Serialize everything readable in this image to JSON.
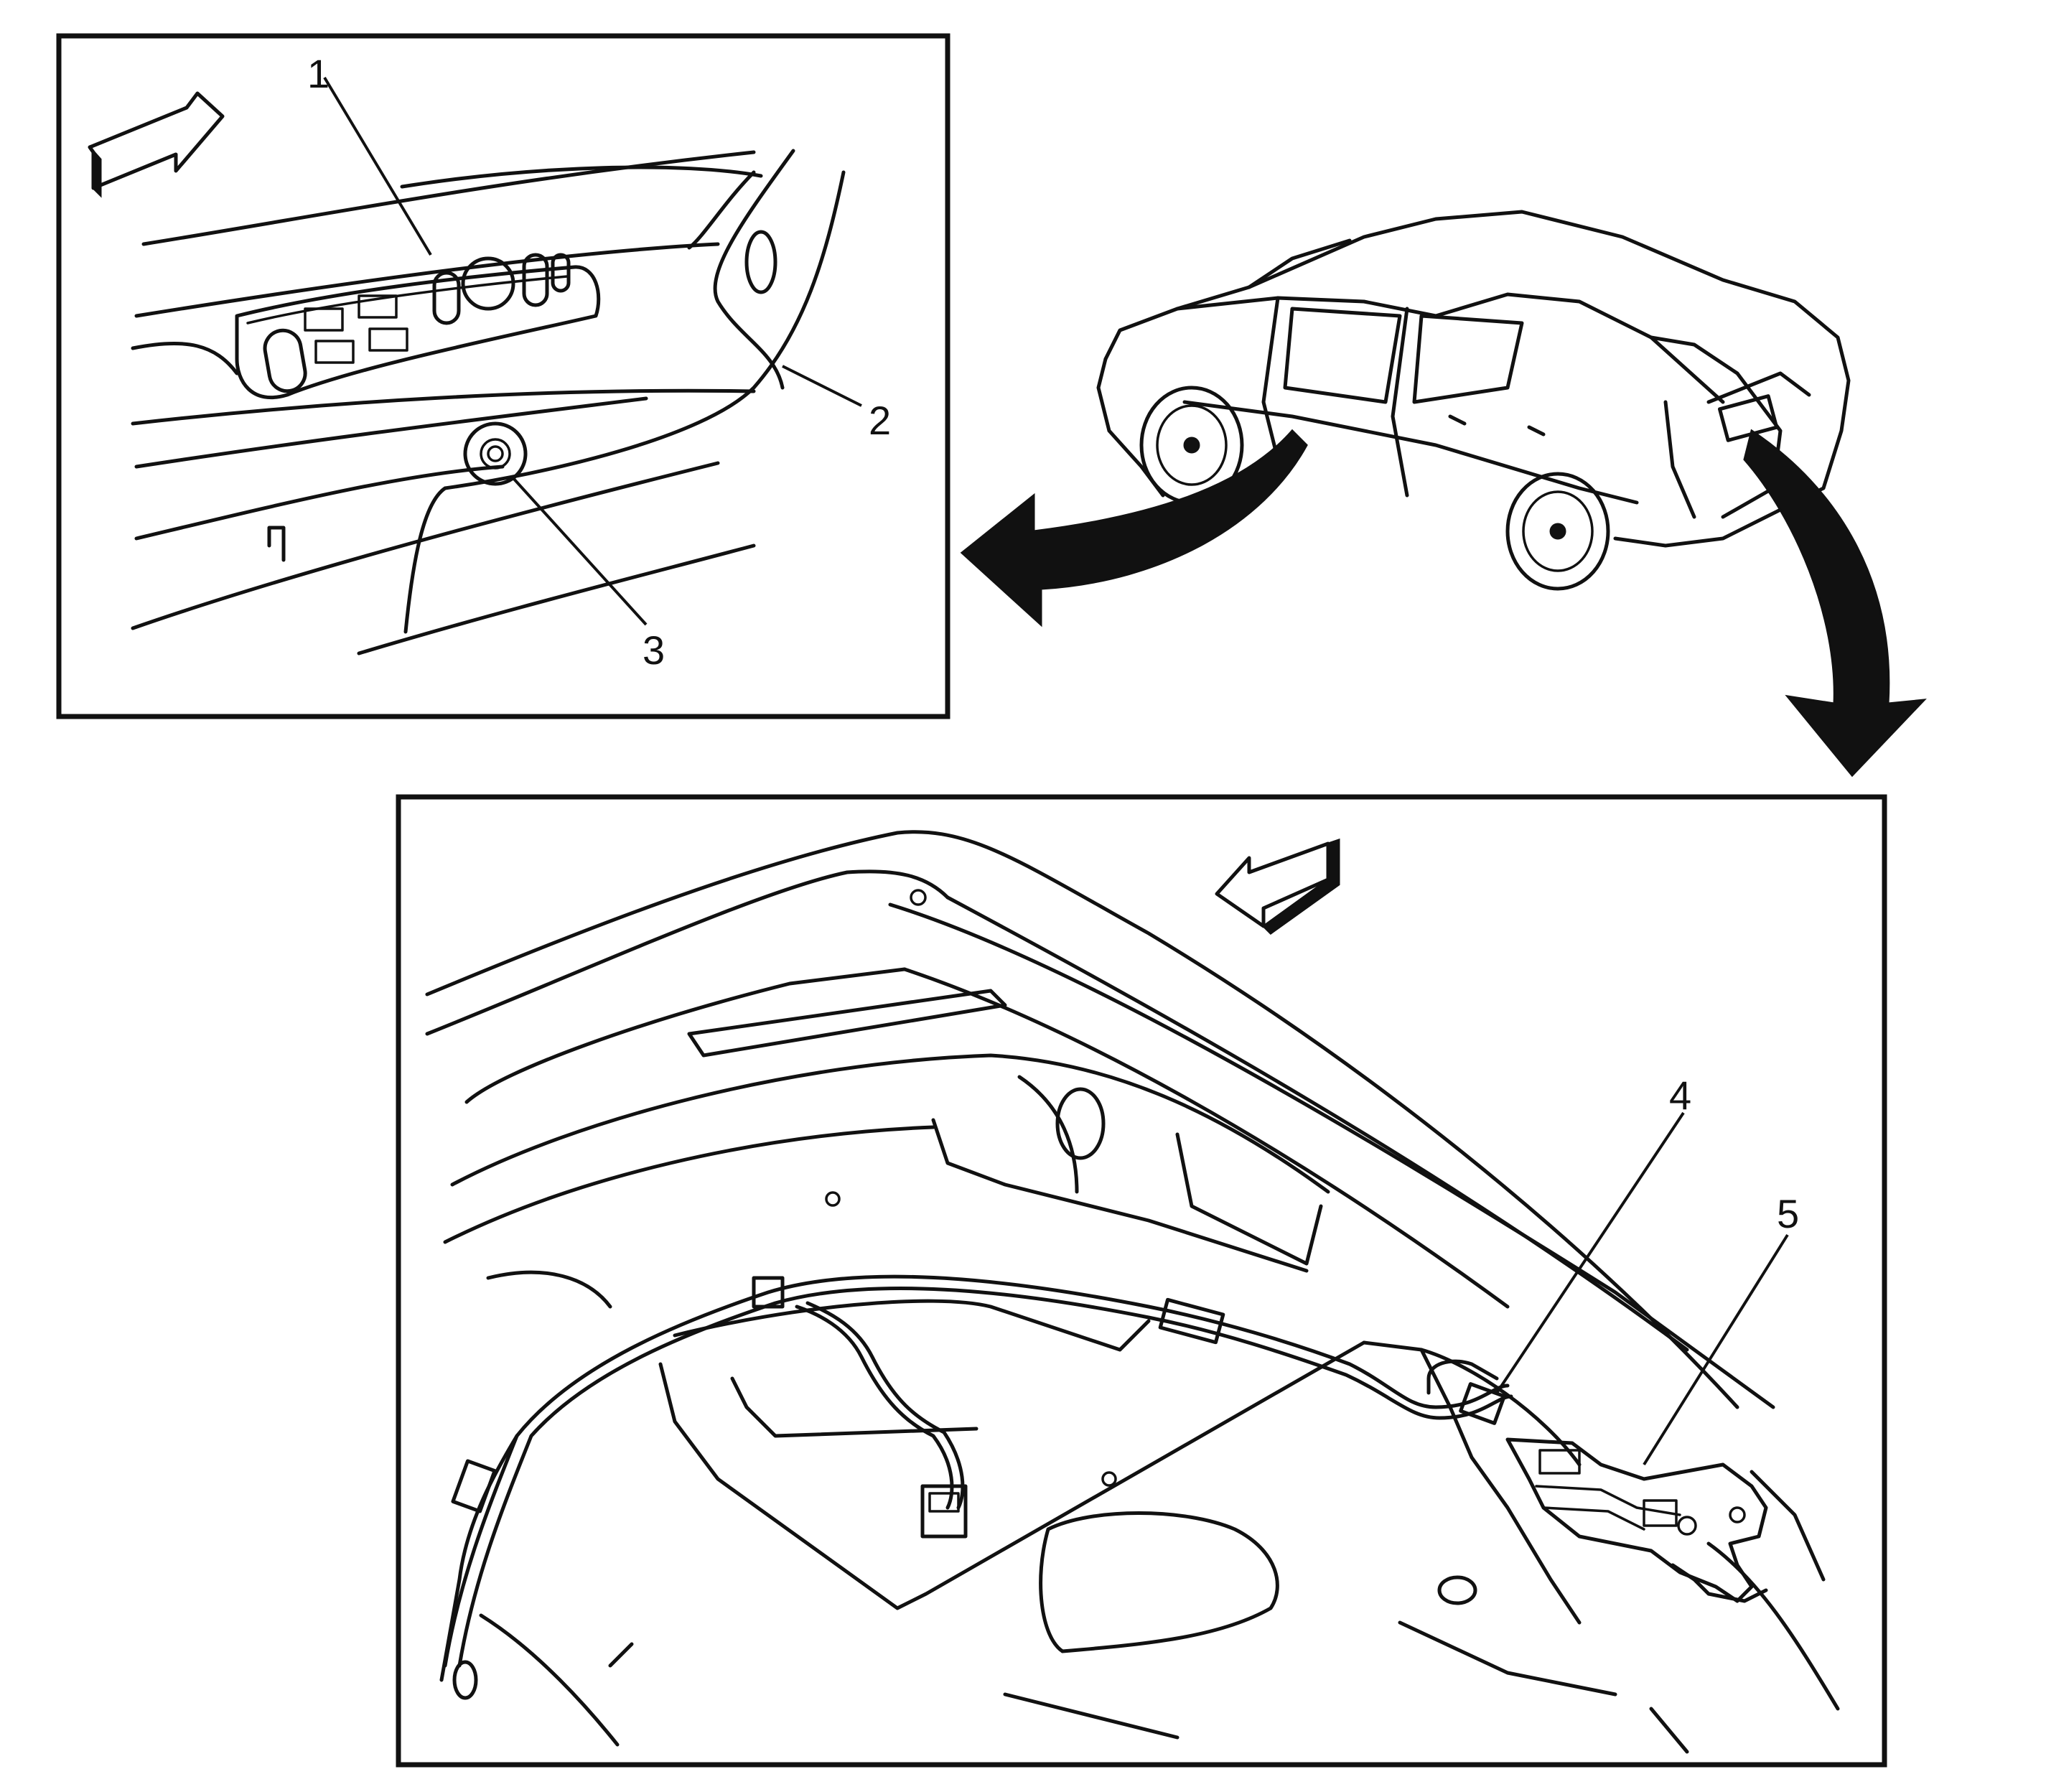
{
  "callouts": [
    {
      "id": "1",
      "label": "1"
    },
    {
      "id": "2",
      "label": "2"
    },
    {
      "id": "3",
      "label": "3"
    },
    {
      "id": "4",
      "label": "4"
    },
    {
      "id": "5",
      "label": "5"
    }
  ],
  "icons": {
    "forward_arrow_inset1": "direction-arrow-icon",
    "forward_arrow_inset2": "direction-arrow-icon",
    "pointer_arrow_left": "curved-pointer-arrow-icon",
    "pointer_arrow_down": "curved-pointer-arrow-icon"
  },
  "colors": {
    "line": "#111111",
    "background": "#ffffff"
  }
}
